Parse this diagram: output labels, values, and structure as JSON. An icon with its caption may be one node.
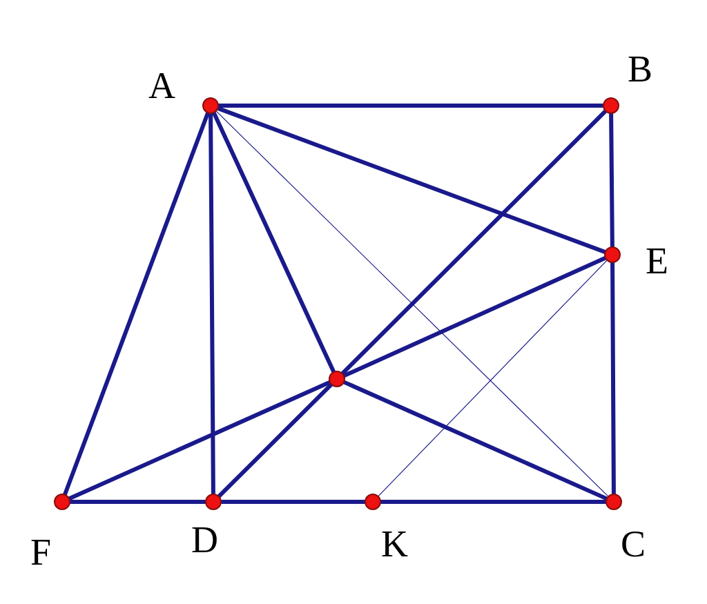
{
  "diagram": {
    "nodes": [
      {
        "text": [
          "A"
        ]
      },
      {
        "text": [
          "B"
        ]
      },
      {
        "text": [
          "E"
        ]
      },
      {
        "text": [],
        "shape": "circle"
      },
      {
        "text": [
          "F"
        ]
      },
      {
        "text": [
          "D"
        ]
      },
      {
        "text": [
          "K"
        ]
      },
      {
        "text": [
          "C"
        ]
      }
    ],
    "edges": [
      {
        "from": 0,
        "to": 1,
        "arrow": "none"
      },
      {
        "from": 1,
        "to": 2,
        "arrow": "none"
      },
      {
        "from": 2,
        "to": 7,
        "arrow": "none"
      },
      {
        "from": 4,
        "to": 5,
        "arrow": "none"
      },
      {
        "from": 5,
        "to": 6,
        "arrow": "none"
      },
      {
        "from": 6,
        "to": 7,
        "arrow": "none"
      },
      {
        "from": 0,
        "to": 4,
        "arrow": "none"
      },
      {
        "from": 0,
        "to": 5,
        "arrow": "none"
      },
      {
        "from": 0,
        "to": 3,
        "arrow": "none"
      },
      {
        "from": 0,
        "to": 2,
        "arrow": "none"
      },
      {
        "from": 1,
        "to": 3,
        "arrow": "none"
      },
      {
        "from": 3,
        "to": 5,
        "arrow": "none"
      },
      {
        "from": 4,
        "to": 3,
        "arrow": "none"
      },
      {
        "from": 3,
        "to": 2,
        "arrow": "none"
      },
      {
        "from": 3,
        "to": 7,
        "arrow": "none"
      },
      {
        "from": 0,
        "to": 7,
        "arrow": "none"
      },
      {
        "from": 2,
        "to": 6,
        "arrow": "none"
      }
    ]
  }
}
